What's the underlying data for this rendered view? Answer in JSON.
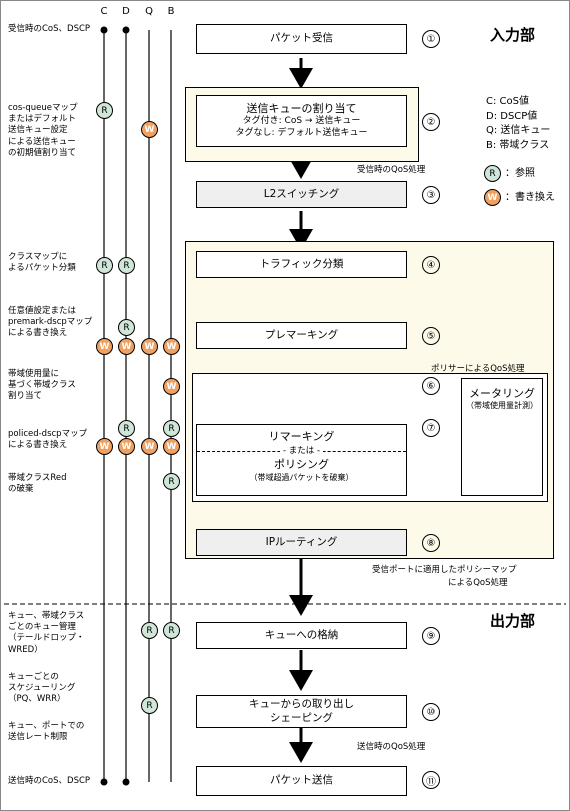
{
  "columns": [
    "C",
    "D",
    "Q",
    "B"
  ],
  "sections": {
    "input": "入力部",
    "output": "出力部"
  },
  "left_labels": {
    "receive": "受信時のCoS、DSCP",
    "cos_queue": [
      "cos-queueマップ",
      "またはデフォルト",
      "送信キュー設定",
      "による送信キュー",
      "の初期値割り当て"
    ],
    "classmap": [
      "クラスマップに",
      "よるパケット分類"
    ],
    "premark": [
      "任意値設定または",
      "premark-dscpマップ",
      "による書き換え"
    ],
    "bandwidth_class": [
      "帯域使用量に",
      "基づく帯域クラス",
      "割り当て"
    ],
    "policed": [
      "policed-dscpマップ",
      "による書き換え"
    ],
    "red_discard": [
      "帯域クラスRed",
      "の破棄"
    ],
    "queue_mgmt": [
      "キュー、帯域クラス",
      "ごとのキュー管理",
      "（テールドロップ・",
      "WRED）"
    ],
    "scheduling": [
      "キューごとの",
      "スケジューリング",
      "（PQ、WRR）"
    ],
    "rate_limit": [
      "キュー、ポートでの",
      "送信レート制限"
    ],
    "send": "送信時のCoS、DSCP"
  },
  "boxes": {
    "b1": "パケット受信",
    "b2_title": "送信キューの割り当て",
    "b2_line1": "タグ付き: CoS → 送信キュー",
    "b2_line2": "タグなし: デフォルト送信キュー",
    "b3": "L2スイッチング",
    "b4": "トラフィック分類",
    "b5": "プレマーキング",
    "b6_title": "メータリング",
    "b6_sub": "（帯域使用量計測）",
    "b7": "リマーキング",
    "b7_or": "- または -",
    "b7b": "ポリシング",
    "b7b_sub": "（帯域超過パケットを破棄）",
    "b8": "IPルーティング",
    "b9": "キューへの格納",
    "b10_line1": "キューからの取り出し",
    "b10_line2": "シェーピング",
    "b11": "パケット送信"
  },
  "numbers": [
    "①",
    "②",
    "③",
    "④",
    "⑤",
    "⑥",
    "⑦",
    "⑧",
    "⑨",
    "⑩",
    "⑪"
  ],
  "captions": {
    "receive_qos": "受信時のQoS処理",
    "policer_qos": "ポリサーによるQoS処理",
    "policy_map_1": "受信ポートに適用したポリシーマップ",
    "policy_map_2": "によるQoS処理",
    "send_qos": "送信時のQoS処理"
  },
  "legend": {
    "c": "C: CoS値",
    "d": "D: DSCP値",
    "q": "Q: 送信キュー",
    "b": "B: 帯域クラス",
    "r_symbol": "R",
    "r_text": "：参照",
    "w_symbol": "W",
    "w_text": "：書き換え"
  },
  "badges": {
    "r": "R",
    "w": "W"
  },
  "colors": {
    "region": "#fdfaea",
    "gray_box": "#efefef",
    "reference": "#cfe6d9",
    "rewrite": "#f0a060"
  }
}
